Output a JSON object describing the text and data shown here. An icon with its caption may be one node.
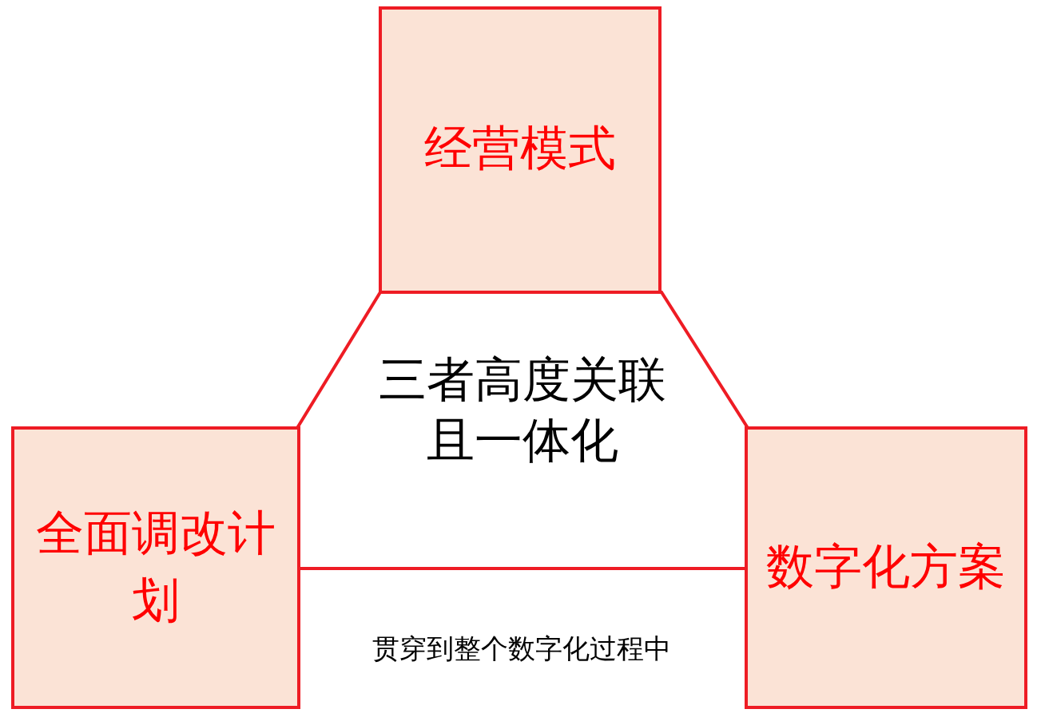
{
  "diagram": {
    "nodes": [
      {
        "text": [
          "经营模式"
        ]
      },
      {
        "text": [
          "三者高度关联且一体化"
        ]
      },
      {
        "text": [
          "全面调改计划"
        ]
      },
      {
        "text": [
          "数字化方案"
        ]
      }
    ],
    "labels": [
      "贯穿到整个数字化过程中"
    ]
  }
}
